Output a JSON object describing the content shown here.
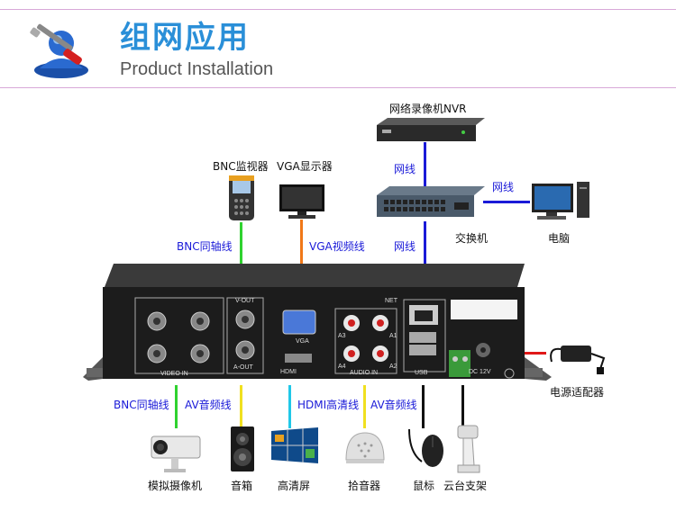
{
  "header": {
    "title_cn": "组网应用",
    "title_en": "Product Installation"
  },
  "devices": {
    "nvr": "网络录像机NVR",
    "bnc_monitor": "BNC监视器",
    "vga_display": "VGA显示器",
    "switch": "交换机",
    "computer": "电脑",
    "power_adapter": "电源适配器",
    "analog_camera": "模拟摄像机",
    "speaker": "音箱",
    "hd_screen": "高清屏",
    "pickup": "拾音器",
    "mouse": "鼠标",
    "ptz_mount": "云台支架"
  },
  "cables": {
    "nvr_switch": "网线",
    "switch_pc": "网线",
    "switch_device": "网线",
    "bnc_top": "BNC同轴线",
    "vga": "VGA视频线",
    "bnc_bottom": "BNC同轴线",
    "av_left": "AV音频线",
    "hdmi": "HDMI高清线",
    "av_right": "AV音频线"
  },
  "panel": {
    "v_out": "V-OUT",
    "a_out": "A-OUT",
    "video_in": "VIDEO IN",
    "vga": "VGA",
    "hdmi": "HDMI",
    "audio_in": "AUDIO IN",
    "net": "NET",
    "usb": "USB",
    "dc": "DC 12V",
    "a3": "A3",
    "a1": "A1",
    "a4": "A4",
    "a2": "A2"
  },
  "colors": {
    "title": "#2a8fd8",
    "cable_label": "#1a1ad8",
    "green_line": "#2fd22f",
    "orange_line": "#f07818",
    "blue_line": "#1a1ad8",
    "red_line": "#e01818",
    "yellow_line": "#f0e020",
    "cyan_line": "#20c8e8",
    "black_line": "#111111"
  }
}
